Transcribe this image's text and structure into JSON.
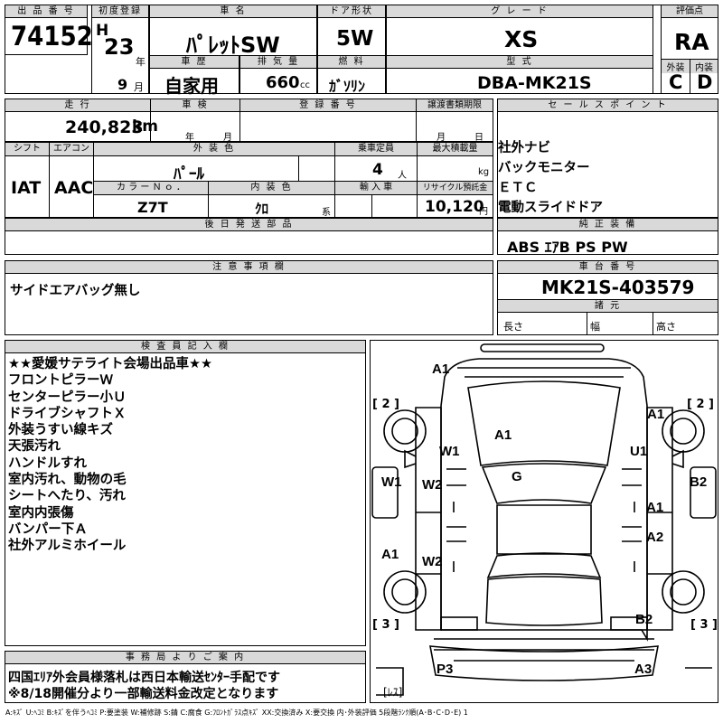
{
  "lot": {
    "label": "出 品 番 号",
    "value": "74152"
  },
  "first_reg": {
    "label": "初度登録",
    "era": "H",
    "year": "23",
    "year_unit": "年",
    "month": "9",
    "month_unit": "月"
  },
  "car_name": {
    "label": "車 名",
    "value": "ﾊﾟﾚｯﾄSW"
  },
  "doors": {
    "label": "ドア形状",
    "value": "5W"
  },
  "grade": {
    "label": "グ レ ー ド",
    "value": "XS"
  },
  "score": {
    "label": "評価点",
    "value": "RA",
    "ext_label": "外装",
    "int_label": "内装",
    "ext": "C",
    "int": "D"
  },
  "history": {
    "label": "車 歴",
    "value": "自家用"
  },
  "displacement": {
    "label": "排 気 量",
    "value": "660",
    "unit": "cc"
  },
  "fuel": {
    "label": "燃 料",
    "value": "ｶﾞｿﾘﾝ"
  },
  "model": {
    "label": "型 式",
    "value": "DBA-MK21S"
  },
  "mileage": {
    "label": "走 行",
    "value": "240,823",
    "unit": "km"
  },
  "inspection": {
    "label": "車 検",
    "year_unit": "年",
    "month_unit": "月"
  },
  "registration": {
    "label": "登 録 番 号"
  },
  "transfer_doc": {
    "label": "譲渡書類期限",
    "month_unit": "月",
    "day_unit": "日"
  },
  "shift": {
    "label": "シフト",
    "value": "IAT"
  },
  "aircon": {
    "label": "エアコン",
    "value": "AAC"
  },
  "ext_color": {
    "label": "外 装 色",
    "value": "ﾊﾟｰﾙ"
  },
  "capacity": {
    "label": "乗車定員",
    "value": "4",
    "unit": "人"
  },
  "max_load": {
    "label": "最大積載量",
    "unit": "kg"
  },
  "color_no": {
    "label": "カ ラ ー Ｎ ｏ ．",
    "value": "Z7T"
  },
  "int_color": {
    "label": "内 装 色",
    "value": "ｸﾛ",
    "unit": "系"
  },
  "import": {
    "label": "輸 入 車"
  },
  "recycle": {
    "label": "リサイクル預託金",
    "value": "10,120",
    "unit": "円"
  },
  "later_parts": {
    "label": "後 日 発 送 部 品"
  },
  "sales_points": {
    "label": "セ ー ル ス ポ イ ン ト",
    "items": [
      "社外ナビ",
      "バックモニター",
      "ＥＴＣ",
      "電動スライドドア"
    ]
  },
  "genuine_equip": {
    "label": "純 正 装 備",
    "value": "ABS ｴｱB PS PW"
  },
  "caution": {
    "label": "注 意 事 項 欄",
    "value": "サイドエアバッグ無し"
  },
  "chassis": {
    "label": "車 台 番 号",
    "value": "MK21S-403579"
  },
  "specs": {
    "label": "諸 元",
    "length": "長さ",
    "width": "幅",
    "height": "高さ"
  },
  "inspector": {
    "label": "検 査 員 記 入 欄",
    "lines": [
      "★★愛媛サテライト会場出品車★★",
      "フロントピラーＷ",
      "センターピラー小Ｕ",
      "ドライブシャフトＸ",
      "外装うすい線キズ",
      "天張汚れ",
      "ハンドルすれ",
      "室内汚れ、動物の毛",
      "シートへたり、汚れ",
      "室内内張傷",
      "バンパー下Ａ",
      "社外アルミホイール"
    ]
  },
  "office": {
    "label": "事 務 局 よ り ご 案 内",
    "lines": [
      "四国ｴﾘｱ外会員様落札は西日本輸送ｾﾝﾀｰ手配です",
      "※8/18開催分より一部輸送料金改定となります"
    ]
  },
  "diagram": {
    "marks": [
      "A1",
      "A1",
      "A1",
      "W1",
      "U1",
      "W1",
      "B2",
      "W2",
      "G",
      "A1",
      "A1",
      "A2",
      "W2",
      "B2",
      "P3",
      "A3"
    ],
    "brackets": [
      "[ 2 ]",
      "[ 2 ]",
      "[ 3 ]",
      "[ 3 ]"
    ],
    "less": "[ﾚｽ]"
  },
  "legend": "A:ｷｽﾞ  U:ﾍｺﾐ  B:ｷｽﾞを伴うﾍｺﾐ  P:要塗装  W:補修跡  S:錆  C:腐食  G:ﾌﾛﾝﾄｶﾞﾗｽ点ｷｽﾞ  XX:交換済み  X:要交換   内･外装評価  5段階ﾗﾝｸ順(A･B･C･D･E)  1"
}
